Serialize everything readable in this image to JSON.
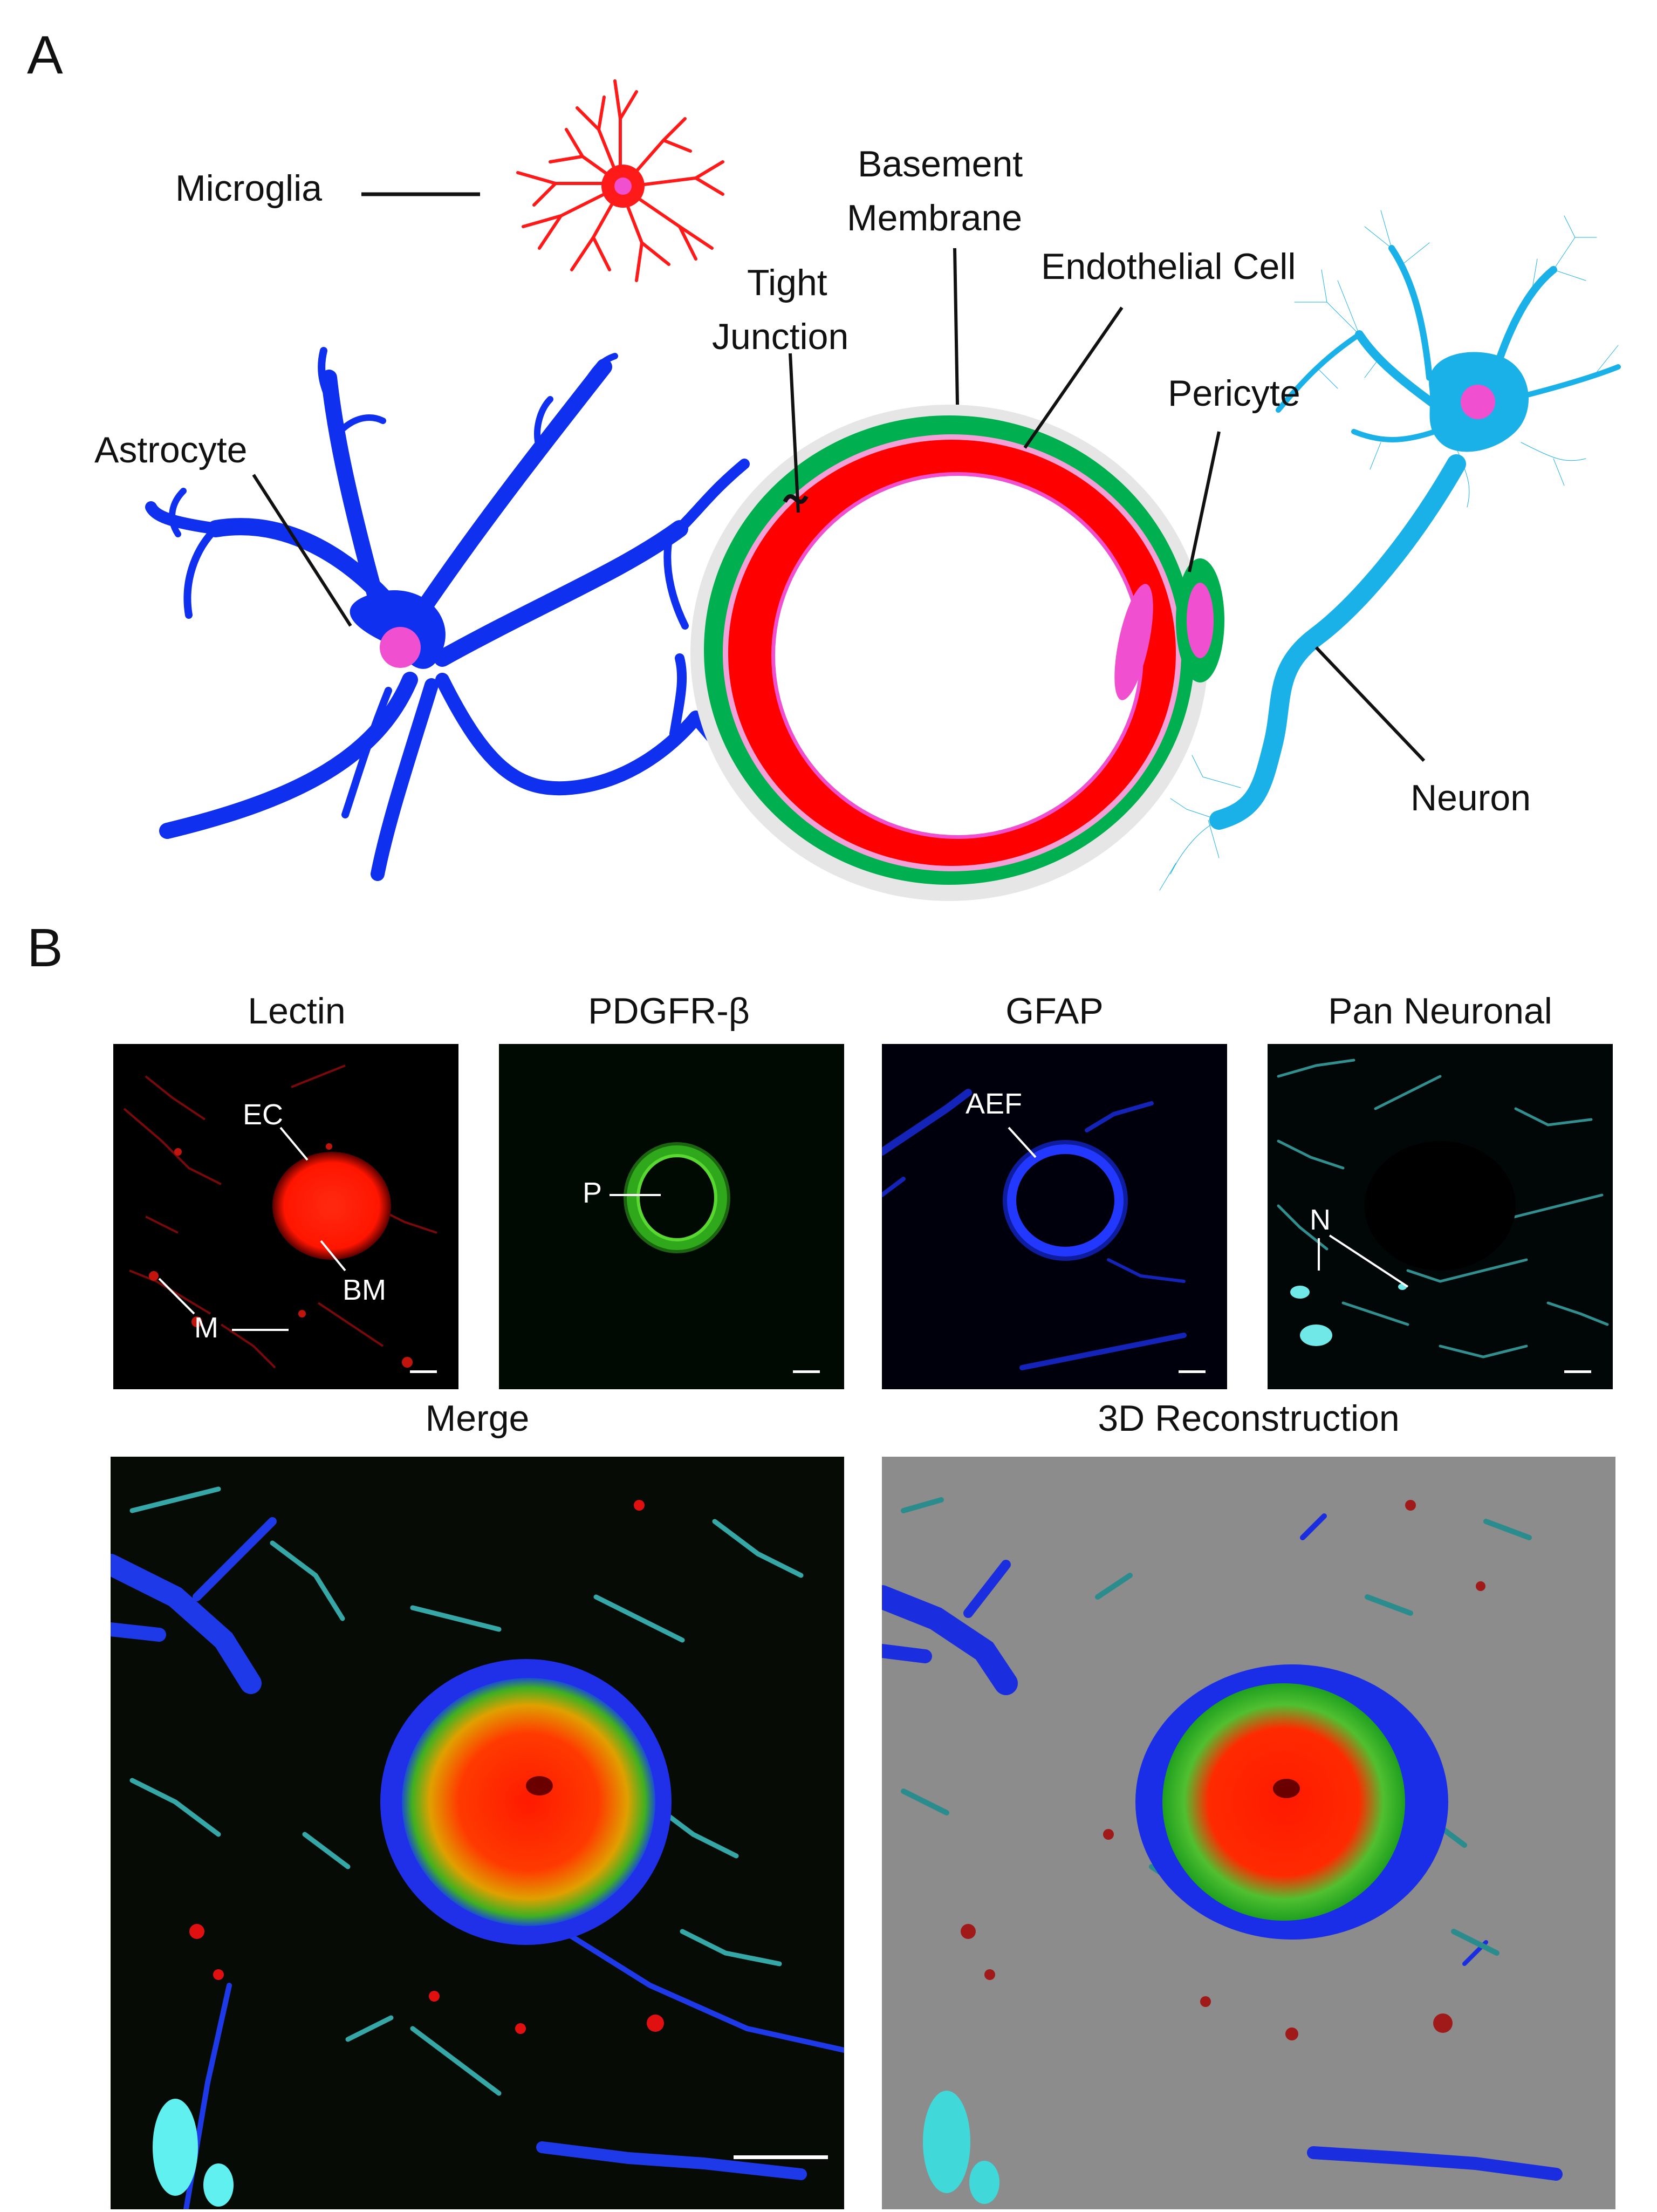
{
  "panels": {
    "A": {
      "letter": "A",
      "labels": {
        "microglia": "Microglia",
        "basement_membrane_1": "Basement",
        "basement_membrane_2": "Membrane",
        "tight_junction_1": "Tight",
        "tight_junction_2": "Junction",
        "endothelial_cell": "Endothelial Cell",
        "astrocyte": "Astrocyte",
        "pericyte": "Pericyte",
        "neuron": "Neuron"
      }
    },
    "B": {
      "letter": "B",
      "titles": {
        "lectin": "Lectin",
        "pdgfrb": "PDGFR-β",
        "gfap": "GFAP",
        "pan_neuronal": "Pan Neuronal",
        "merge": "Merge",
        "reconstruction": "3D Reconstruction"
      },
      "annotations": {
        "ec": "EC",
        "bm": "BM",
        "m": "M",
        "p": "P",
        "aef": "AEF",
        "n": "N"
      }
    }
  },
  "colors": {
    "astrocyte": "#1030f0",
    "microglia": "#ff1a1a",
    "endothelial": "#ff0000",
    "basement_membrane": "#00b050",
    "pericyte_nucleus": "#f050d0",
    "neuron": "#1ab0e8"
  }
}
